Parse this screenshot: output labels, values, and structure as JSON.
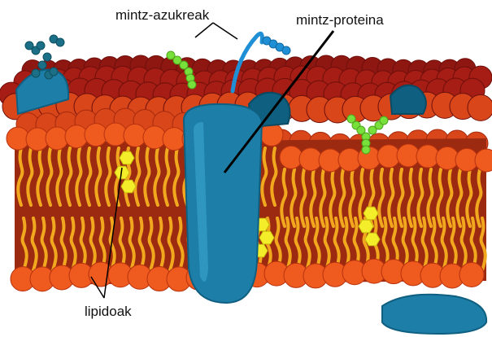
{
  "labels": {
    "sugars": "mintz-azukreak",
    "protein": "mintz-proteina",
    "lipids": "lipidoak"
  },
  "colors": {
    "head_light": "#ef5a1e",
    "head_mid": "#d8461a",
    "head_dark": "#8e1712",
    "head_back": "#a51d14",
    "tail": "#f2a81e",
    "tail_stroke": "#c97a09",
    "interior": "#9c2a10",
    "protein": "#1d7ea8",
    "protein_dark": "#0f5f80",
    "protein_light": "#3aa6cf",
    "sugar_green": "#78e03a",
    "sugar_blue": "#1f8fd6",
    "sugar_teal": "#1b6f86",
    "cholesterol": "#f4ee2a",
    "line": "#000000"
  }
}
